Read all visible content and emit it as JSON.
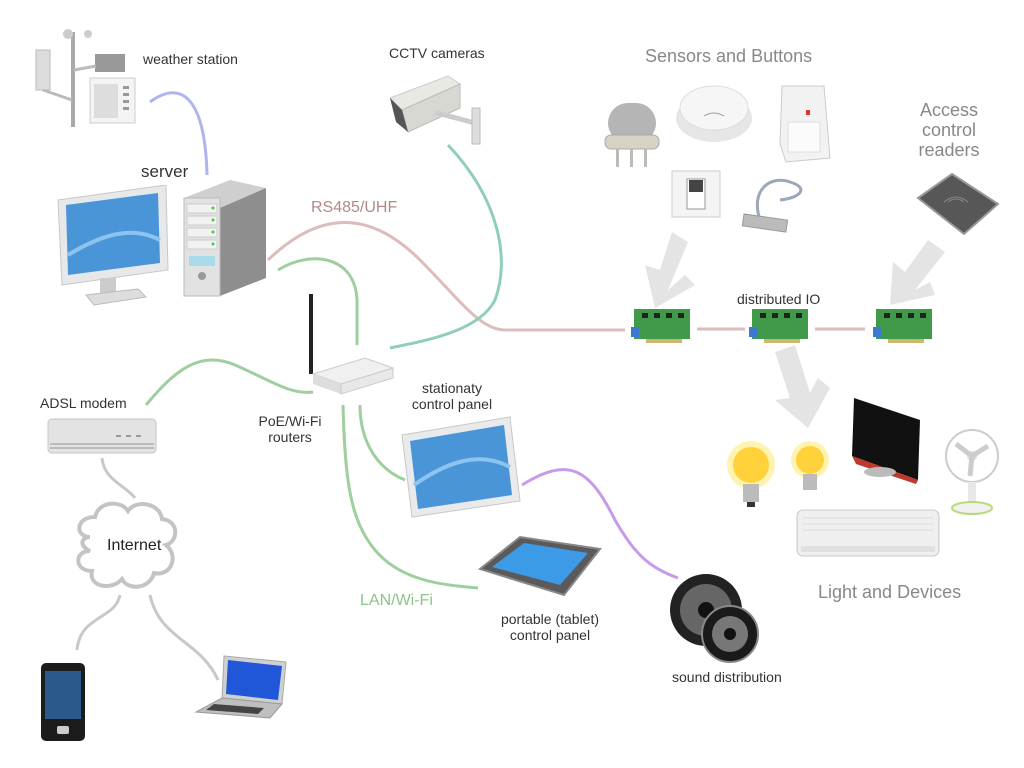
{
  "diagram": {
    "title": "Home automation network",
    "colors": {
      "rs485": "#dcbcbc",
      "lan": "#9fcf9f",
      "teal": "#8fcfb6",
      "weather_link": "#b0b4ee",
      "sound_link": "#c79be8",
      "internet_link": "#c8c8c8",
      "arrow": "#e4e4e4",
      "label_text": "#333333",
      "group_text": "#888888",
      "rs485_text": "#b08a8a",
      "lan_text": "#8cc48c"
    },
    "labels": {
      "weather_station": "weather station",
      "server": "server",
      "cctv": "CCTV cameras",
      "sensors": "Sensors and Buttons",
      "access_1": "Access",
      "access_2": "control",
      "access_3": "readers",
      "rs485": "RS485/UHF",
      "distributed_io": "distributed IO",
      "adsl": "ADSL modem",
      "routers_1": "PoE/Wi-Fi",
      "routers_2": "routers",
      "stationary_1": "stationaty",
      "stationary_2": "control panel",
      "internet": "Internet",
      "lan": "LAN/Wi-Fi",
      "tablet_1": "portable (tablet)",
      "tablet_2": "control panel",
      "sound": "sound distribution",
      "light_devices": "Light and Devices"
    },
    "nodes": [
      {
        "id": "weather-station",
        "icon": "weather-station-icon"
      },
      {
        "id": "server",
        "icon": "server-icon"
      },
      {
        "id": "monitor",
        "icon": "monitor-icon"
      },
      {
        "id": "cctv",
        "icon": "cctv-camera-icon"
      },
      {
        "id": "gas-sensor",
        "icon": "gas-sensor-icon"
      },
      {
        "id": "smoke-detector",
        "icon": "smoke-detector-icon"
      },
      {
        "id": "motion-sensor",
        "icon": "motion-sensor-icon"
      },
      {
        "id": "light-switch",
        "icon": "light-switch-icon"
      },
      {
        "id": "reed-sensor",
        "icon": "reed-sensor-icon"
      },
      {
        "id": "rfid-reader",
        "icon": "rfid-reader-icon"
      },
      {
        "id": "io-board-1",
        "icon": "io-board-icon"
      },
      {
        "id": "io-board-2",
        "icon": "io-board-icon"
      },
      {
        "id": "io-board-3",
        "icon": "io-board-icon"
      },
      {
        "id": "router",
        "icon": "wifi-router-icon"
      },
      {
        "id": "adsl-modem",
        "icon": "adsl-modem-icon"
      },
      {
        "id": "internet",
        "icon": "cloud-icon"
      },
      {
        "id": "smartphone",
        "icon": "smartphone-icon"
      },
      {
        "id": "laptop",
        "icon": "laptop-icon"
      },
      {
        "id": "stationary-panel",
        "icon": "touch-panel-icon"
      },
      {
        "id": "tablet",
        "icon": "tablet-icon"
      },
      {
        "id": "speakers",
        "icon": "speaker-icon"
      },
      {
        "id": "bulb-1",
        "icon": "light-bulb-icon"
      },
      {
        "id": "bulb-2",
        "icon": "light-bulb-icon"
      },
      {
        "id": "tv",
        "icon": "tv-icon"
      },
      {
        "id": "fan",
        "icon": "fan-icon"
      },
      {
        "id": "air-conditioner",
        "icon": "air-conditioner-icon"
      }
    ]
  }
}
